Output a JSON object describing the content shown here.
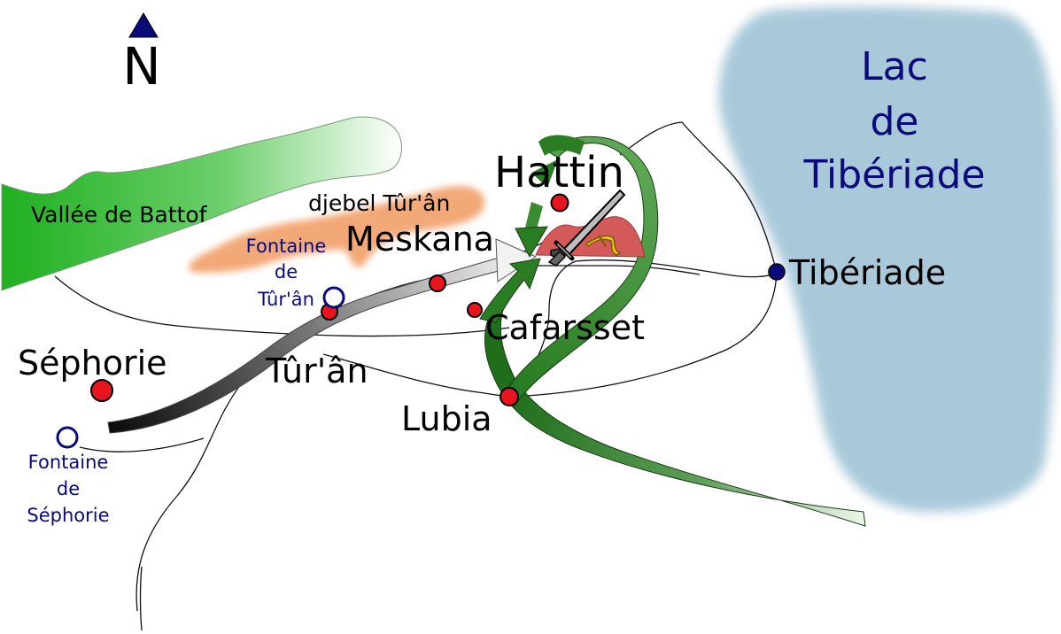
{
  "compass": {
    "letter": "N"
  },
  "lake": {
    "lines": [
      "Lac",
      "de",
      "Tibériade"
    ]
  },
  "regions": {
    "valley": "Vallée de Battof",
    "djebel": "djebel Tûr'ân"
  },
  "towns": {
    "hattin": "Hattin",
    "meskana": "Meskana",
    "cafarsset": "Cafarsset",
    "turan": "Tûr'ân",
    "sephorie": "Séphorie",
    "lubia": "Lubia",
    "tiberiade": "Tibériade"
  },
  "fountains": {
    "turan": [
      "Fontaine",
      "de",
      "Tûr'ân"
    ],
    "sephorie": [
      "Fontaine",
      "de",
      "Séphorie"
    ]
  },
  "colors": {
    "lake": "#a9c9da",
    "valley": "#2db82d",
    "djebel": "#f3a877",
    "hill": "#d45a5a",
    "town_marker": "#e8141e",
    "fountain_marker": "#0a0a78",
    "crusader_arrow": "#1e1e1e",
    "saladin_arrow": "#2a7d22"
  },
  "icons": [
    "compass-north-arrow-icon",
    "crossed-sword-battle-icon",
    "sabre-icon"
  ]
}
